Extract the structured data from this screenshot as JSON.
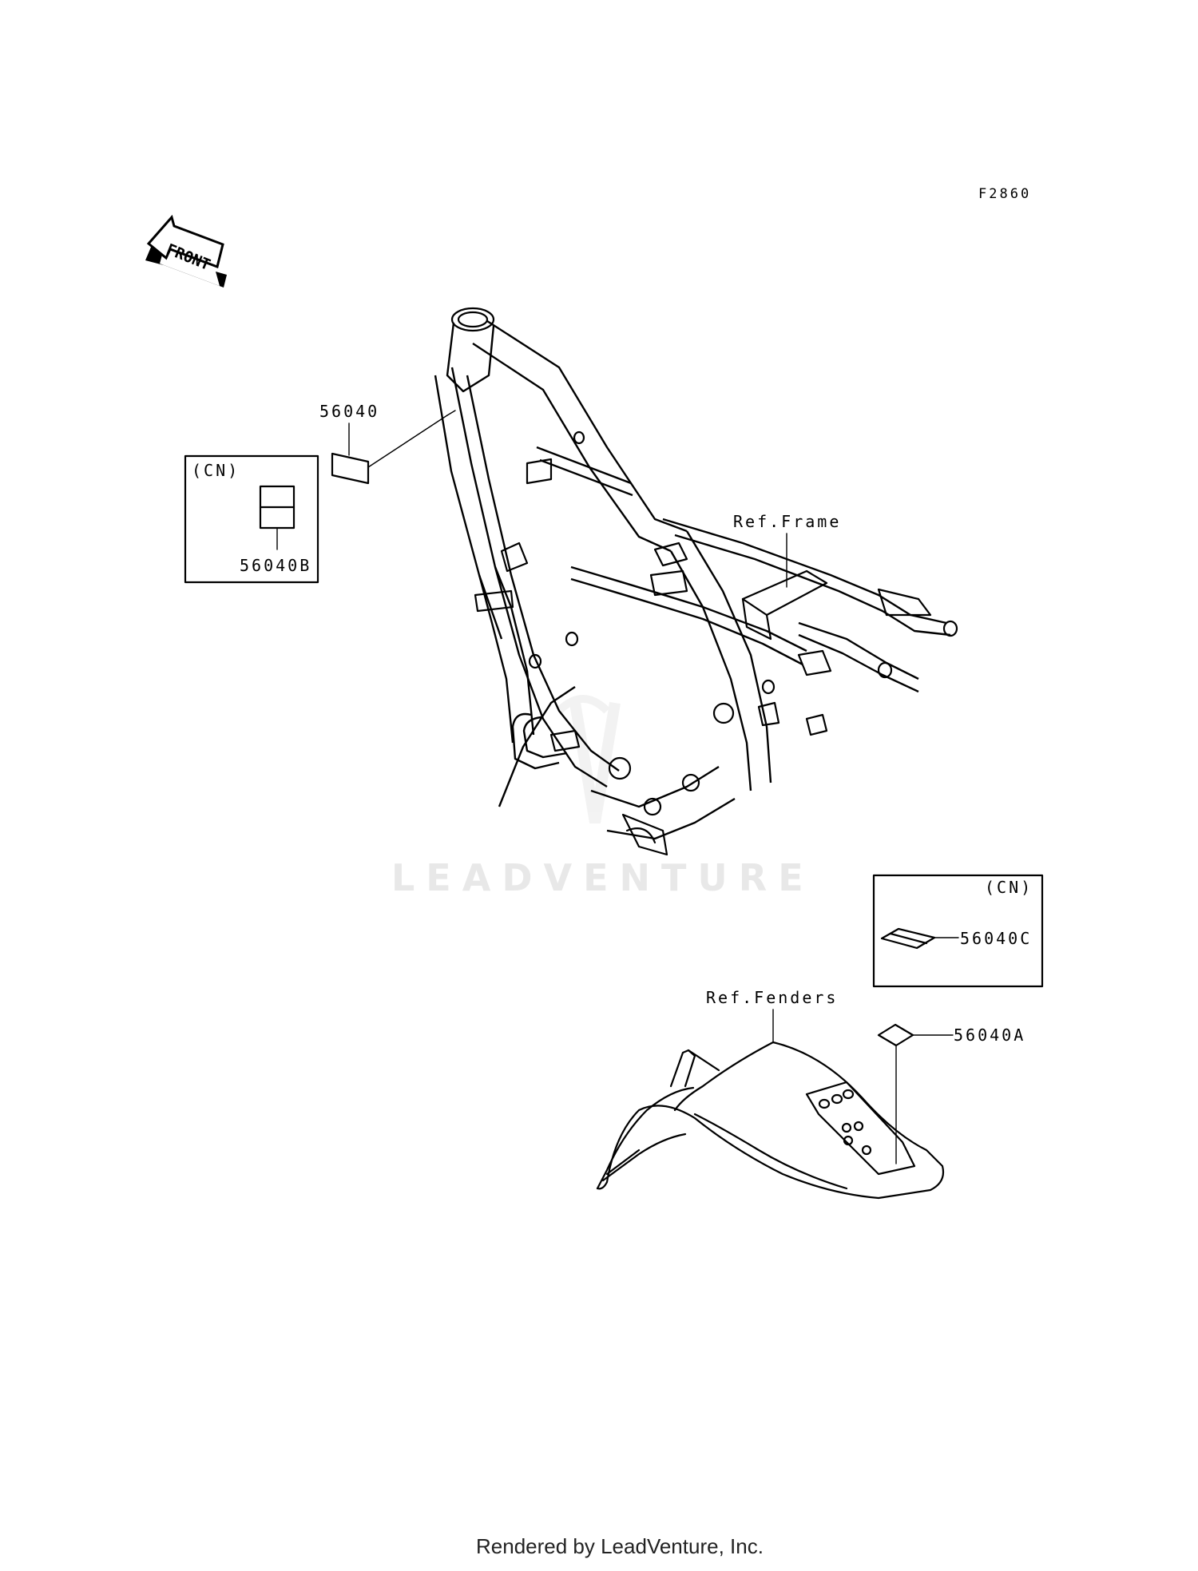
{
  "diagram_code": "F2860",
  "front_arrow_text": "FRONT",
  "watermark": "LEADVENTURE",
  "footer": "Rendered by LeadVenture, Inc.",
  "references": {
    "frame": "Ref.Frame",
    "fenders": "Ref.Fenders"
  },
  "parts": {
    "label_frame": "56040",
    "label_cn_b": "56040B",
    "label_cn_c": "56040C",
    "label_fender": "56040A"
  },
  "callouts": {
    "cn_box_left": "(CN)",
    "cn_box_right": "(CN)"
  }
}
